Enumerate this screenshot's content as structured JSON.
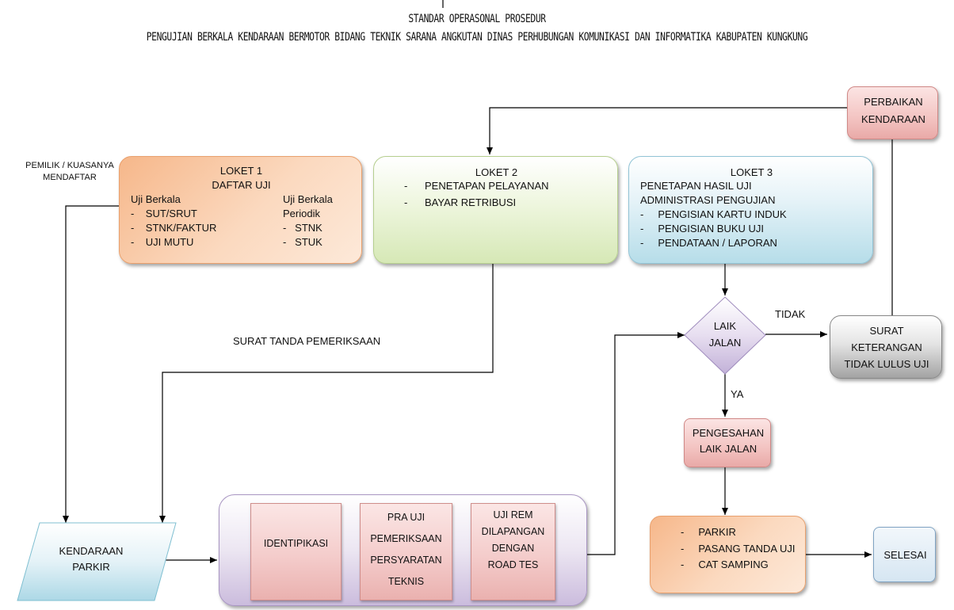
{
  "header": {
    "title": "STANDAR OPERASONAL PROSEDUR",
    "subtitle": "PENGUJIAN BERKALA KENDARAAN BERMOTOR BIDANG TEKNIK SARANA ANGKUTAN DINAS PERHUBUNGAN KOMUNIKASI DAN INFORMATIKA KABUPATEN KUNGKUNG"
  },
  "labels": {
    "pemilik": [
      "PEMILIK / KUASANYA",
      "MENDAFTAR"
    ],
    "surat": "SURAT TANDA PEMERIKSAAN",
    "tidak": "TIDAK",
    "ya": "YA"
  },
  "loket1": {
    "title": "LOKET  1",
    "subtitle": "DAFTAR UJI",
    "col1_head": "Uji Berkala",
    "col1_items": [
      "SUT/SRUT",
      "STNK/FAKTUR",
      "UJI MUTU"
    ],
    "col2_head": [
      "Uji Berkala",
      "Periodik"
    ],
    "col2_items": [
      "STNK",
      "STUK"
    ]
  },
  "loket2": {
    "title": "LOKET  2",
    "items": [
      "PENETAPAN PELAYANAN",
      "BAYAR RETRIBUSI"
    ]
  },
  "loket3": {
    "title": "LOKET  3",
    "lines": [
      "PENETAPAN HASIL UJI",
      "ADMINISTRASI PENGUJIAN"
    ],
    "items": [
      "PENGISIAN KARTU INDUK",
      "PENGISIAN BUKU UJI",
      "PENDATAAN / LAPORAN"
    ]
  },
  "perbaikan": [
    "PERBAIKAN",
    "KENDARAAN"
  ],
  "decision": [
    "LAIK",
    "JALAN"
  ],
  "surat_ket": [
    "SURAT",
    "KETERANGAN",
    "TIDAK LULUS UJI"
  ],
  "pengesahan": [
    "PENGESAHAN",
    "LAIK JALAN"
  ],
  "kendaraan": [
    "KENDARAAN",
    "PARKIR"
  ],
  "process": {
    "identipikasi": "IDENTIPIKASI",
    "pra_uji": [
      "PRA UJI",
      "PEMERIKSAAN",
      "PERSYARATAN",
      "TEKNIS"
    ],
    "uji_rem": [
      "UJI REM",
      "DILAPANGAN",
      "DENGAN",
      "ROAD TES"
    ]
  },
  "final": {
    "items": [
      "PARKIR",
      "PASANG TANDA UJI",
      "CAT SAMPING"
    ]
  },
  "selesai": "SELESAI",
  "colors": {
    "orange": "#f6b78a",
    "green": "#d6e8b6",
    "blue": "#b6dde9",
    "pink": "#f3c4c2",
    "grey": "#a3a3a3",
    "lilac": "#cbbcdd"
  }
}
